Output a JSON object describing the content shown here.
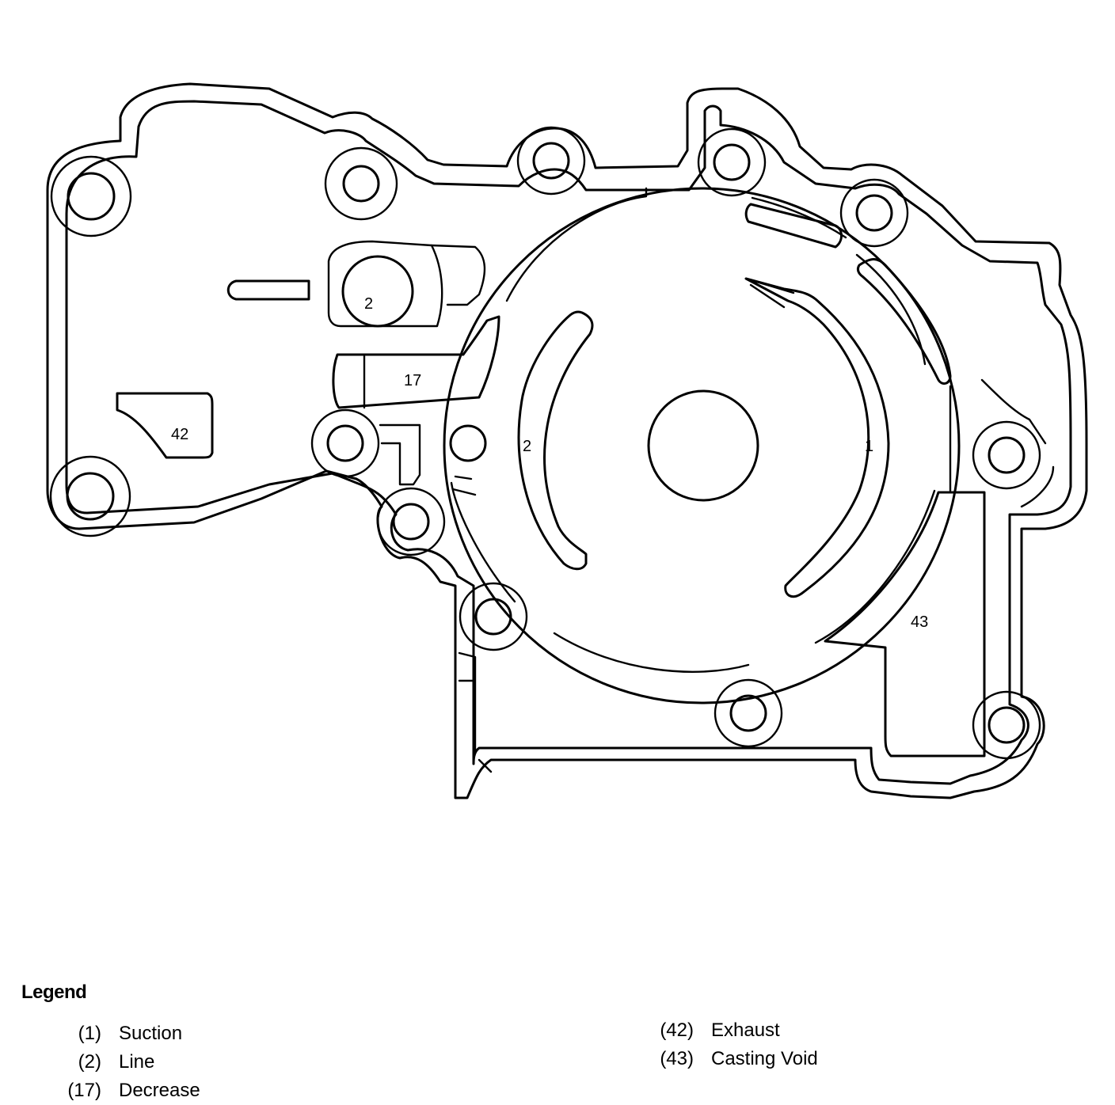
{
  "diagram": {
    "callouts": {
      "c1": "1",
      "c2_top": "2",
      "c2_mid": "2",
      "c17": "17",
      "c42": "42",
      "c43": "43"
    }
  },
  "legend": {
    "title": "Legend",
    "left": [
      {
        "num": "(1)",
        "label": "Suction"
      },
      {
        "num": "(2)",
        "label": "Line"
      },
      {
        "num": "(17)",
        "label": "Decrease"
      }
    ],
    "right": [
      {
        "num": "(42)",
        "label": "Exhaust"
      },
      {
        "num": "(43)",
        "label": "Casting Void"
      }
    ]
  }
}
